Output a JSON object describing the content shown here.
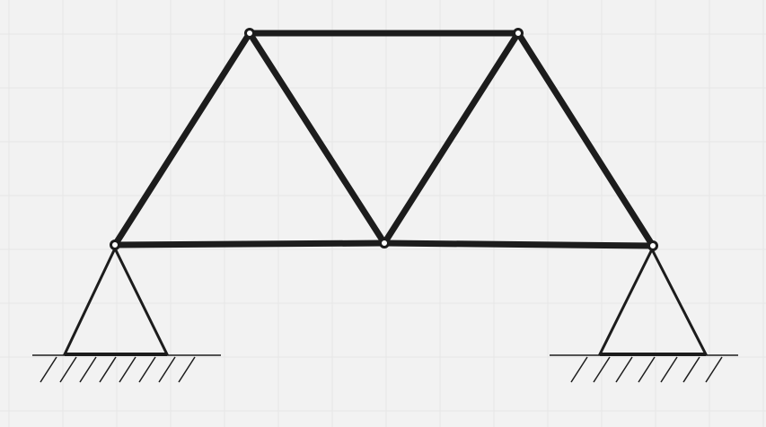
{
  "diagram": {
    "kind": "truss-structure",
    "background_color": "#f2f2f2",
    "grid_color": "#e6e6e6",
    "member_color": "#1c1c1c",
    "joint_fill_color": "#ffffff",
    "joints": [
      {
        "id": "A",
        "support": "pin"
      },
      {
        "id": "B",
        "support": "none"
      },
      {
        "id": "C",
        "support": "pin"
      },
      {
        "id": "D",
        "support": "none"
      },
      {
        "id": "E",
        "support": "none"
      }
    ],
    "members": [
      {
        "id": "AB",
        "from": "A",
        "to": "B"
      },
      {
        "id": "BC",
        "from": "B",
        "to": "C"
      },
      {
        "id": "AD",
        "from": "A",
        "to": "D"
      },
      {
        "id": "DE",
        "from": "D",
        "to": "E"
      },
      {
        "id": "DB",
        "from": "D",
        "to": "B"
      },
      {
        "id": "BE",
        "from": "B",
        "to": "E"
      },
      {
        "id": "EC",
        "from": "E",
        "to": "C"
      }
    ]
  }
}
